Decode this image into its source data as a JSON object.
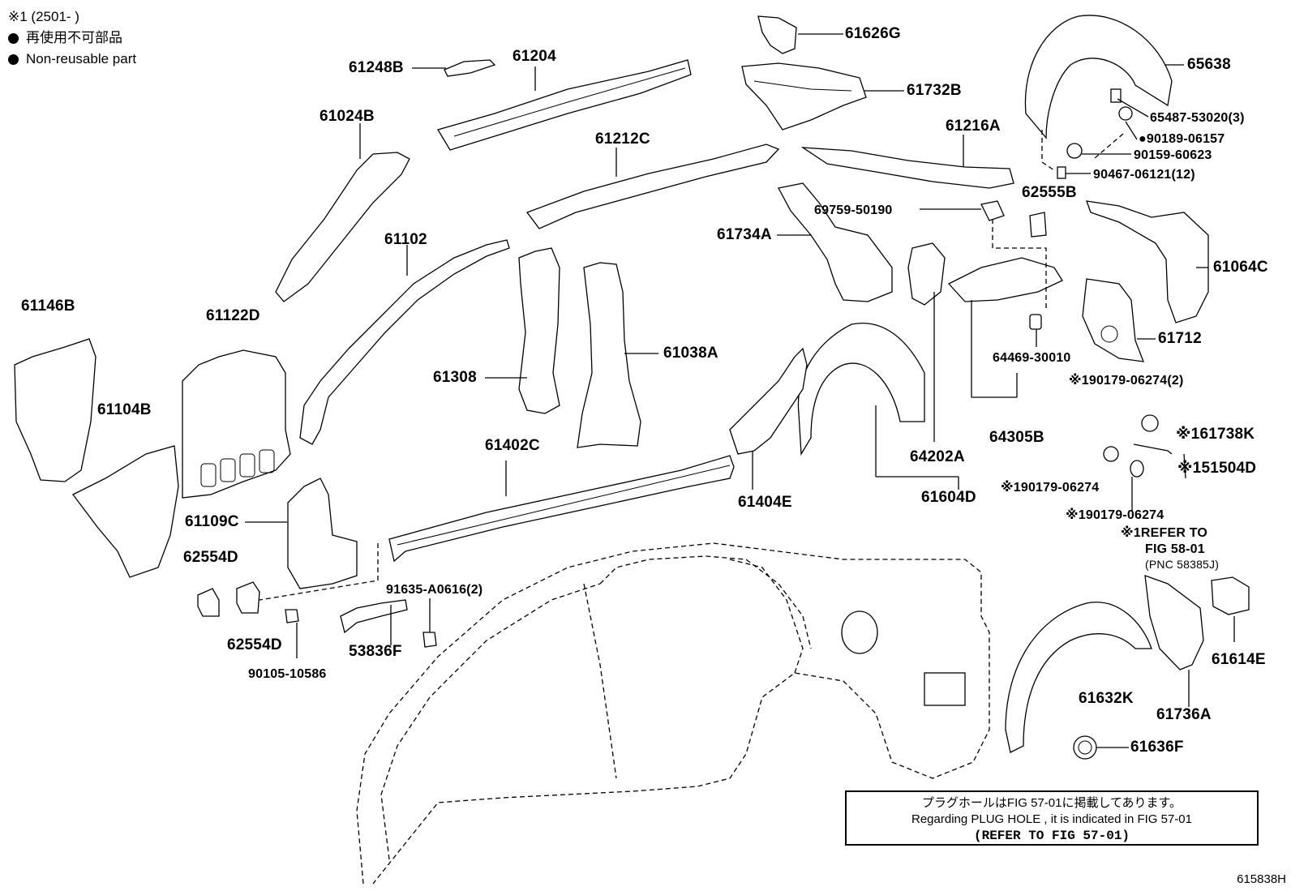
{
  "legend": {
    "note1": "※1 (2501-        )",
    "nonreusable_ja": "再使用不可部品",
    "nonreusable_en": "Non-reusable part"
  },
  "labels": {
    "p61248B": "61248B",
    "p61204": "61204",
    "p61626G": "61626G",
    "p65638": "65638",
    "p61732B": "61732B",
    "p65487": "65487-53020(3)",
    "p90189": "●90189-06157",
    "p61024B": "61024B",
    "p61212C": "61212C",
    "p61216A": "61216A",
    "p90159": "90159-60623",
    "p90467": "90467-06121(12)",
    "p62555B": "62555B",
    "p69759": "69759-50190",
    "p61734A": "61734A",
    "p61064C": "61064C",
    "p61102": "61102",
    "p61146B": "61146B",
    "p61122D": "61122D",
    "p61712": "61712",
    "p64469": "64469-30010",
    "p61308": "61308",
    "p61038A": "61038A",
    "p190179a": "※190179-06274(2)",
    "p61104B": "61104B",
    "p61738K": "※161738K",
    "p61402C": "61402C",
    "p64202A": "64202A",
    "p64305B": "64305B",
    "p151504D": "※151504D",
    "p190179b": "※190179-06274",
    "p61604D": "61604D",
    "p61404E": "61404E",
    "p61109C": "61109C",
    "p190179c": "※190179-06274",
    "refer1": "※1REFER TO",
    "refer2": "FIG 58-01",
    "refer3": "(PNC 58385J)",
    "p62554D_a": "62554D",
    "p91635": "91635-A0616(2)",
    "p62554D_b": "62554D",
    "p53836F": "53836F",
    "p90105": "90105-10586",
    "p61614E": "61614E",
    "p61632K": "61632K",
    "p61736A": "61736A",
    "p61636F": "61636F"
  },
  "note": {
    "line1": "プラグホールはFIG 57-01に掲載してあります。",
    "line2": "Regarding  PLUG  HOLE , it is indicated in FIG  57-01",
    "line3": "(REFER TO FIG 57-01)"
  },
  "figure_code": "615838H"
}
